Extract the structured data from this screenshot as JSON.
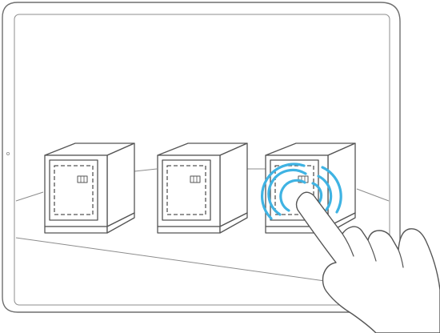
{
  "illustration": {
    "device": "tablet",
    "objects": [
      "box-icon",
      "box-icon",
      "box-icon"
    ],
    "selected_object_index": 2,
    "gesture": "tap",
    "gesture_icon": "hand-pointer-icon",
    "ripple_rings": 3
  },
  "colors": {
    "line": "#555555",
    "stroke_light": "#8c8c8c",
    "frame": "#6f6f6f",
    "tap_ring": "#3fb3e3",
    "background": "#ffffff"
  }
}
